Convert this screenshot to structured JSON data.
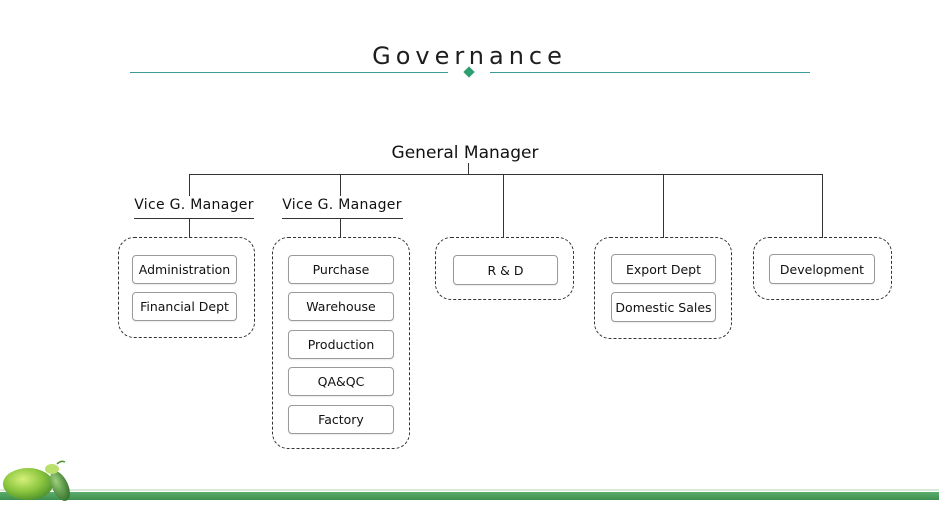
{
  "title": "Governance",
  "general_manager": "General Manager",
  "vice_managers": [
    {
      "label": "Vice G. Manager"
    },
    {
      "label": "Vice G. Manager"
    }
  ],
  "groups": [
    {
      "items": [
        "Administration",
        "Financial Dept"
      ]
    },
    {
      "items": [
        "Purchase",
        "Warehouse",
        "Production",
        "QA&QC",
        "Factory"
      ]
    },
    {
      "items": [
        "R & D"
      ]
    },
    {
      "items": [
        "Export Dept",
        "Domestic Sales"
      ]
    },
    {
      "items": [
        "Development"
      ]
    }
  ],
  "colors": {
    "accent": "#3a9c95",
    "diamond": "#2e9e6e",
    "footer": "#4c9d5c"
  },
  "icons": {
    "logo": "green-leaves-logo-icon"
  }
}
